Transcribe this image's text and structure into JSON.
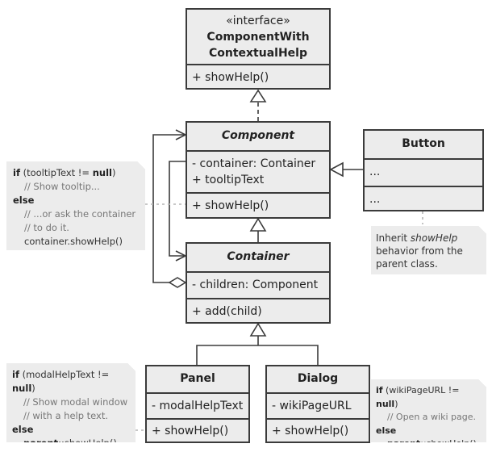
{
  "interface_box": {
    "stereotype": "«interface»",
    "name_line1": "ComponentWith",
    "name_line2": "ContextualHelp",
    "method": "+ showHelp()"
  },
  "component_box": {
    "name": "Component",
    "field1": "- container: Container",
    "field2": "+ tooltipText",
    "method": "+ showHelp()"
  },
  "container_box": {
    "name": "Container",
    "field": "- children: Component",
    "method": "+ add(child)"
  },
  "button_box": {
    "name": "Button",
    "fields": "...",
    "methods": "..."
  },
  "panel_box": {
    "name": "Panel",
    "field": "- modalHelpText",
    "method": "+ showHelp()"
  },
  "dialog_box": {
    "name": "Dialog",
    "field": "- wikiPageURL",
    "method": "+ showHelp()"
  },
  "note_component": {
    "l1_kw": "if",
    "l1_a": " (tooltipText != ",
    "l1_null": "null",
    "l1_b": ")",
    "l2": "// Show tooltip...",
    "l3_kw": "else",
    "l4": "// ...or ask the container",
    "l5": "// to do it.",
    "l6": "container.showHelp()"
  },
  "note_button": {
    "t1": "Inherit ",
    "t1_i": "showHelp",
    "t2": "behavior from the",
    "t3": "parent class."
  },
  "note_panel": {
    "l1_kw": "if",
    "l1_a": " (modalHelpText != ",
    "l1_null": "null",
    "l1_b": ")",
    "l2": "// Show modal window",
    "l3": "// with a help text.",
    "l4_kw": "else",
    "l5_kw": "parent",
    "l5": "::showHelp()"
  },
  "note_dialog": {
    "l1_kw": "if",
    "l1_a": " (wikiPageURL != ",
    "l1_null": "null",
    "l1_b": ")",
    "l2": "// Open a wiki page.",
    "l3_kw": "else",
    "l4_kw": "parent",
    "l4": "::showHelp()"
  },
  "colors": {
    "box_fill": "#ececec",
    "box_border": "#3b3b3b",
    "note_fill": "#ececec",
    "comment": "#777777"
  }
}
